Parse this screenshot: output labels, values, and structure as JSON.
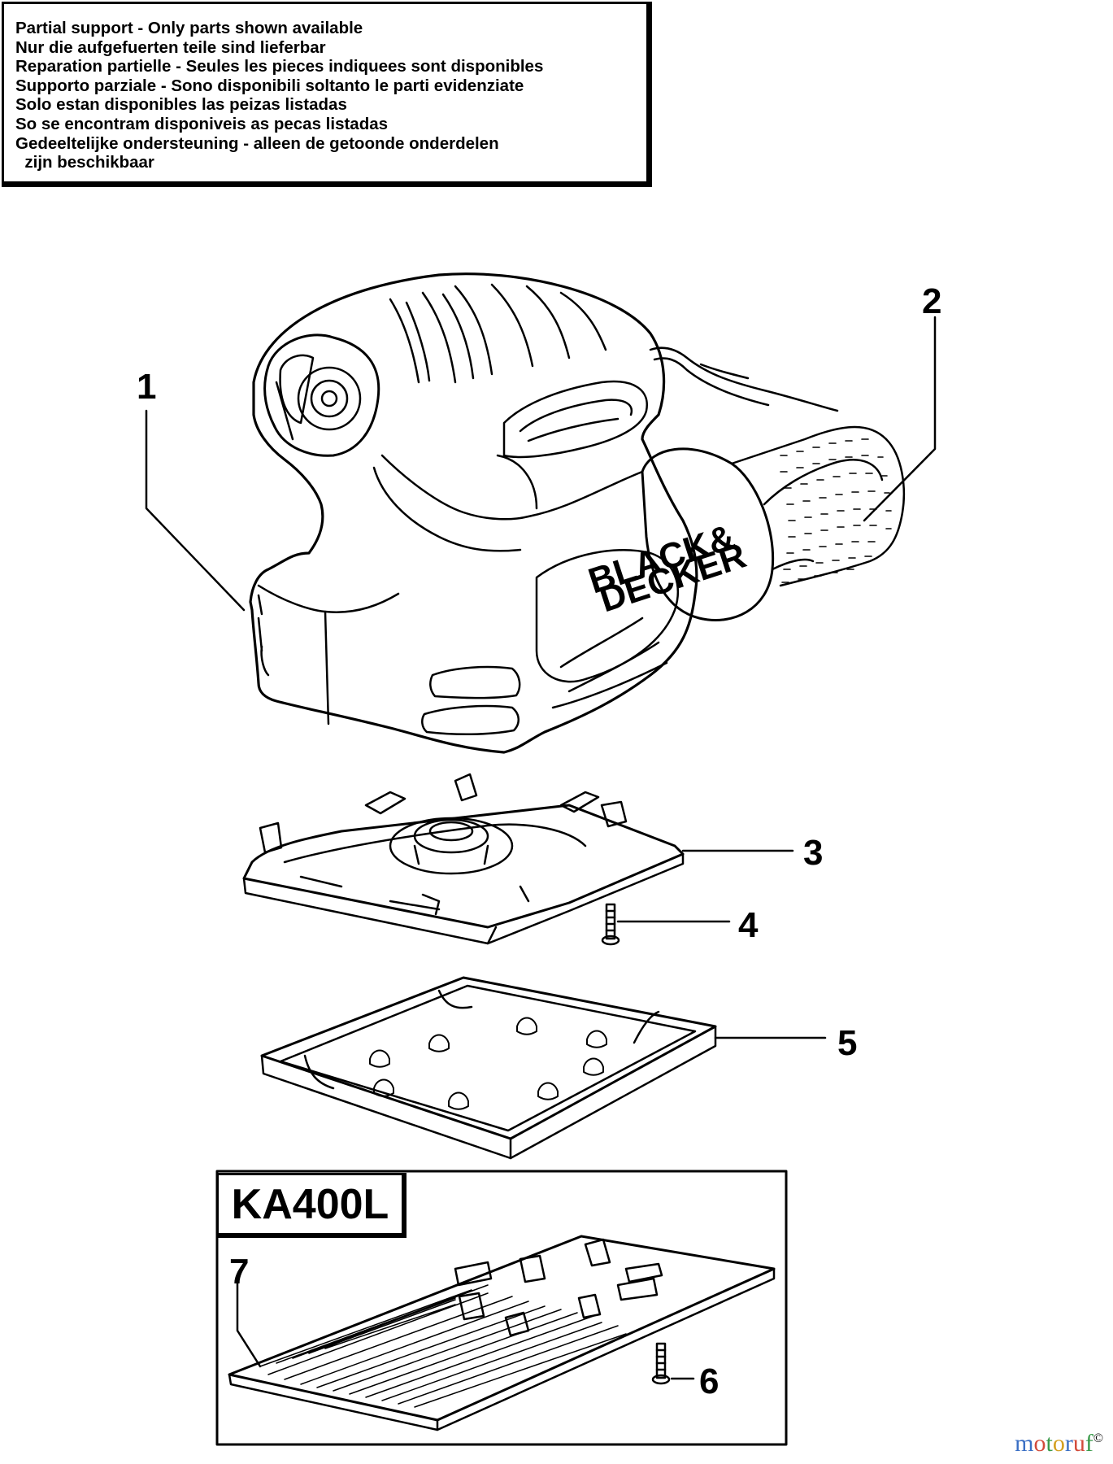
{
  "notice": {
    "lines": [
      "Partial support - Only parts shown available",
      "Nur die aufgefuerten teile sind lieferbar",
      "Reparation partielle - Seules les pieces indiquees sont disponibles",
      "Supporto parziale - Sono disponibili soltanto le parti evidenziate",
      "Solo estan disponibles las peizas listadas",
      "So se encontram disponiveis as pecas listadas",
      "Gedeeltelijke ondersteuning - alleen de getoonde onderdelen",
      "  zijn beschikbaar"
    ]
  },
  "brand_logo": {
    "line1": "BLACK&",
    "line2": "DECKER"
  },
  "callouts": {
    "c1": "1",
    "c2": "2",
    "c3": "3",
    "c4": "4",
    "c5": "5",
    "c6": "6",
    "c7": "7"
  },
  "model_box": {
    "label": "KA400L"
  },
  "watermark": {
    "text": "motoruf",
    "letter_colors": [
      "#3a6fc4",
      "#d24a3a",
      "#3a9a4a",
      "#d4a020",
      "#3a6fc4",
      "#d24a3a",
      "#3a9a4a"
    ],
    "badge": "©"
  }
}
